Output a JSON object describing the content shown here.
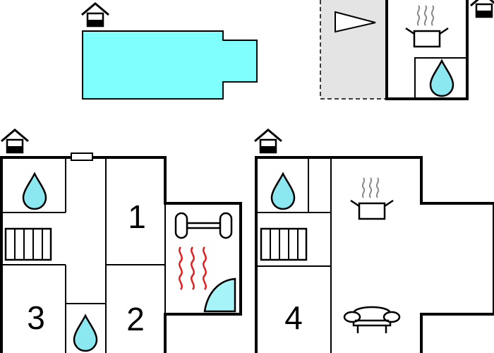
{
  "colors": {
    "wall": "#000000",
    "pool": "#80ffff",
    "water": "#8ce8f0",
    "terrace": "#e4e4e4",
    "heat": "#e02020",
    "door": "#a6f4f8"
  },
  "icons": {
    "house": "house-icon",
    "water": "water-drop-icon",
    "stairs": "stairs-icon",
    "kitchen": "cooking-pot-icon",
    "fitness": "dumbbell-icon",
    "sauna": "sauna-heat-icon",
    "sofa": "sofa-icon",
    "shower": "shower-door-icon",
    "terrace": "terrace-arrow-icon"
  },
  "rooms": {
    "bedroom_1": "1",
    "bedroom_2": "2",
    "bedroom_3": "3",
    "bedroom_4": "4"
  }
}
